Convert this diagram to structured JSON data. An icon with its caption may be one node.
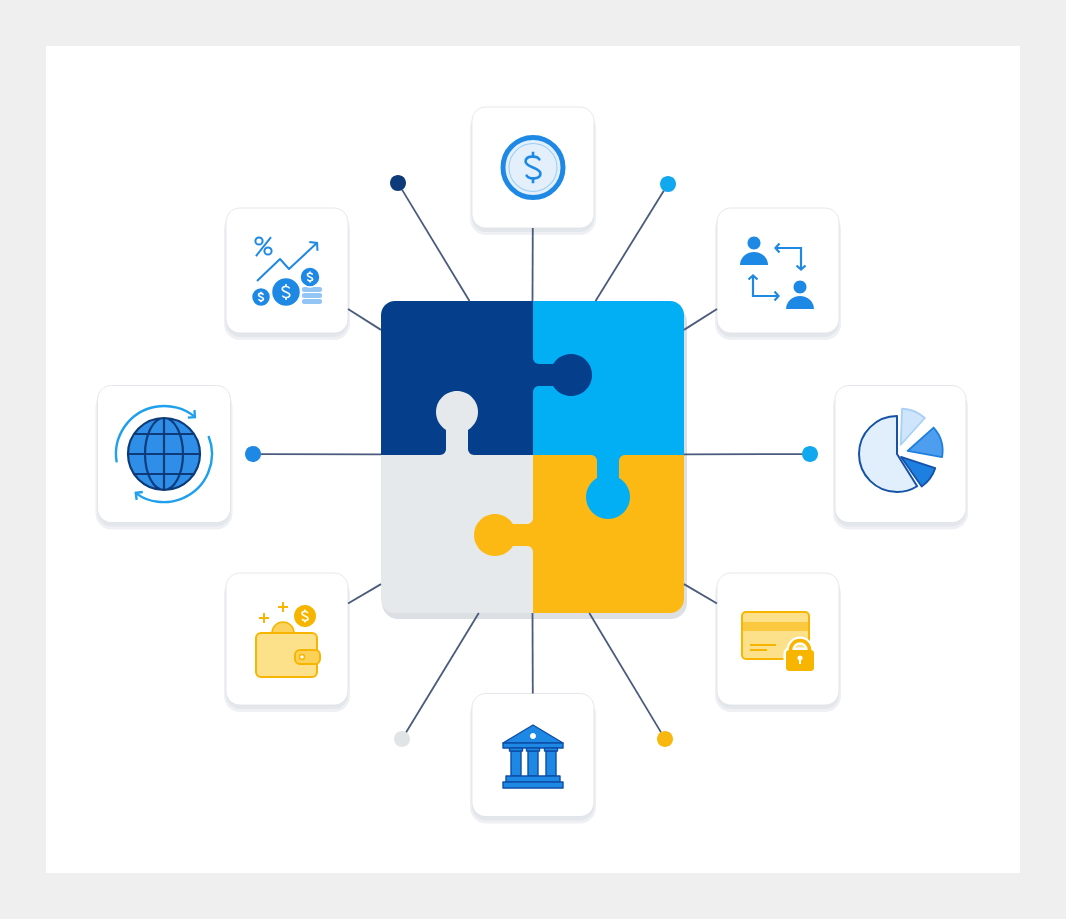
{
  "diagram": {
    "nodes": [
      {
        "text": [],
        "shape": "picture"
      },
      {
        "text": [],
        "shape": "circle"
      },
      {
        "text": [],
        "shape": "box"
      },
      {
        "text": [],
        "shape": "circle"
      },
      {
        "text": [],
        "shape": "box"
      },
      {
        "text": [],
        "shape": "box"
      },
      {
        "text": [],
        "shape": "box"
      },
      {
        "text": [],
        "shape": "circle"
      },
      {
        "text": [],
        "shape": "circle"
      },
      {
        "text": [],
        "shape": "box"
      },
      {
        "text": [],
        "shape": "box"
      },
      {
        "text": [],
        "shape": "box"
      },
      {
        "text": [],
        "shape": "circle"
      },
      {
        "text": [],
        "shape": "box"
      },
      {
        "text": [],
        "shape": "circle"
      }
    ],
    "edges": [
      {
        "from": 1,
        "to": 0,
        "arrow": "none"
      },
      {
        "from": 2,
        "to": 0,
        "arrow": "none"
      },
      {
        "from": 3,
        "to": 0,
        "arrow": "none"
      },
      {
        "from": 4,
        "to": 0,
        "arrow": "none"
      },
      {
        "from": 5,
        "to": 0,
        "arrow": "none"
      },
      {
        "from": 7,
        "to": 0,
        "arrow": "none"
      },
      {
        "from": 8,
        "to": 0,
        "arrow": "none"
      },
      {
        "from": 10,
        "to": 0,
        "arrow": "none"
      },
      {
        "from": 11,
        "to": 0,
        "arrow": "none"
      },
      {
        "from": 12,
        "to": 0,
        "arrow": "none"
      },
      {
        "from": 13,
        "to": 0,
        "arrow": "none"
      },
      {
        "from": 14,
        "to": 0,
        "arrow": "none"
      }
    ]
  }
}
